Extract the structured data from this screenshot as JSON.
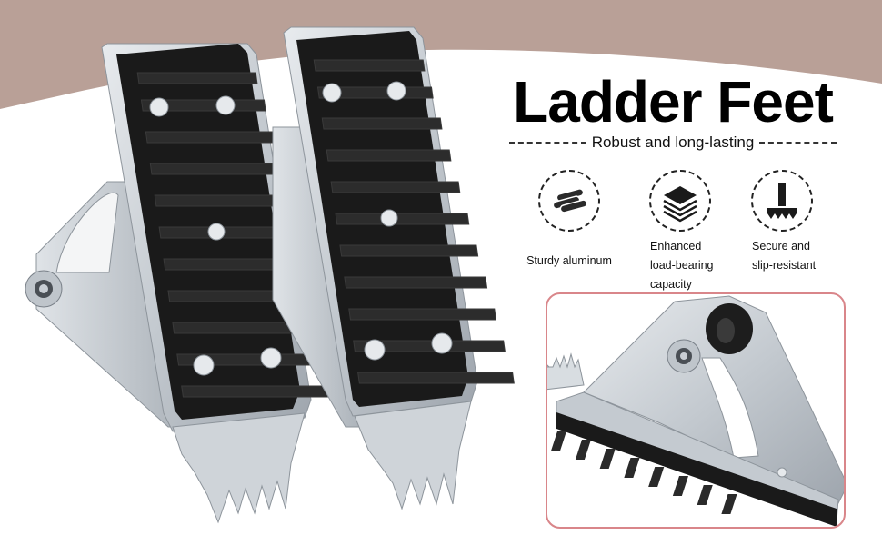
{
  "title": "Ladder Feet",
  "subtitle": "Robust and long-lasting",
  "features": [
    {
      "label": "Sturdy aluminum",
      "icon": "aluminum-rods-icon"
    },
    {
      "label_lines": [
        "Enhanced",
        "load-bearing",
        "capacity"
      ],
      "icon": "layers-icon"
    },
    {
      "label_lines": [
        "Secure and",
        "slip-resistant"
      ],
      "icon": "anchor-spike-icon"
    }
  ],
  "colors": {
    "banner": "#b9a097",
    "detail_border": "#d9868a",
    "rubber": "#1a1a1a",
    "metal": "#c9ced4"
  }
}
